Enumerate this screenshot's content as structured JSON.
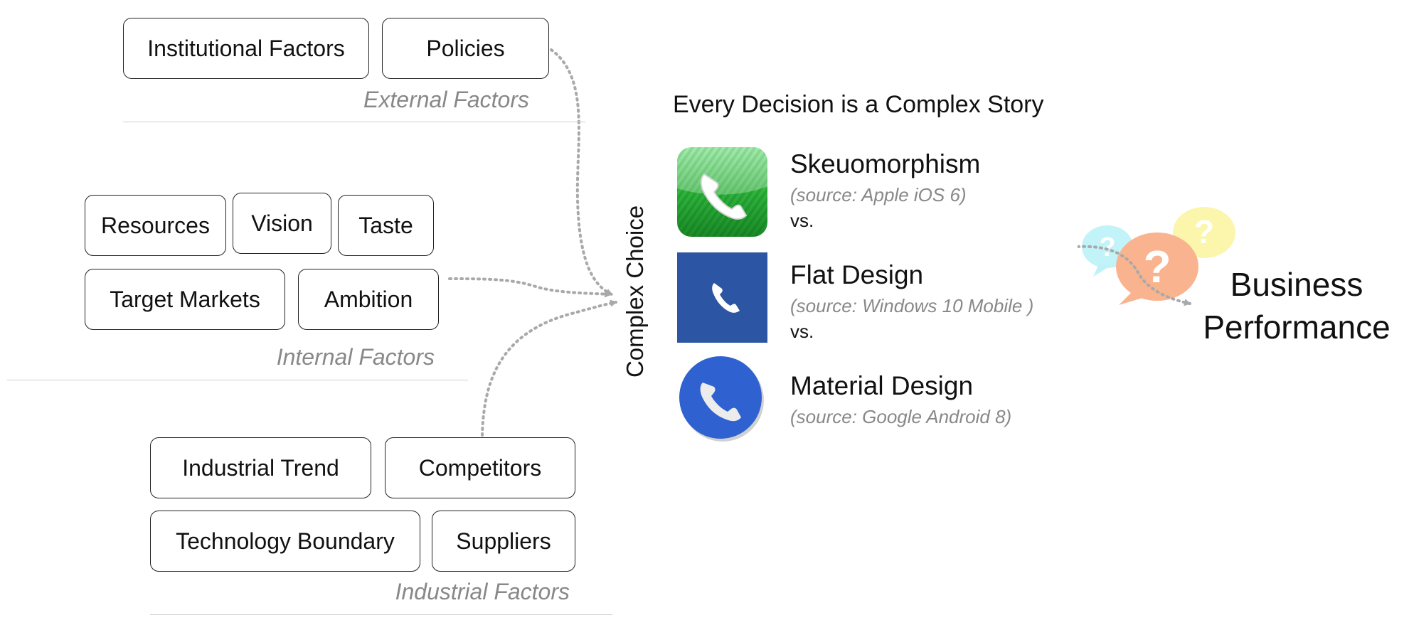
{
  "external": {
    "boxes": [
      "Institutional Factors",
      "Policies"
    ],
    "label": "External Factors"
  },
  "internal": {
    "boxes": [
      "Resources",
      "Vision",
      "Taste",
      "Target Markets",
      "Ambition"
    ],
    "label": "Internal Factors"
  },
  "industrial": {
    "boxes": [
      "Industrial Trend",
      "Competitors",
      "Technology Boundary",
      "Suppliers"
    ],
    "label": "Industrial Factors"
  },
  "center_label": "Complex Choice",
  "heading": "Every Decision is a Complex Story",
  "options": [
    {
      "title": "Skeuomorphism",
      "source": "(source: Apple iOS 6)",
      "vs": "vs.",
      "icon": "phone-skeuomorphic-icon"
    },
    {
      "title": "Flat Design",
      "source": "(source: Windows 10 Mobile )",
      "vs": "vs.",
      "icon": "phone-flat-icon"
    },
    {
      "title": "Material Design",
      "source": "(source: Google Android 8)",
      "icon": "phone-material-icon"
    }
  ],
  "bubbles_marks": [
    "?",
    "?",
    "?"
  ],
  "result": {
    "line1": "Business",
    "line2": "Performance"
  },
  "colors": {
    "skeuo_green": "#2fb53e",
    "flat_blue": "#2c55a3",
    "material_blue": "#2f62d0",
    "bubble_cyan": "#bff2f8",
    "bubble_orange": "#f9b48f",
    "bubble_yellow": "#fbf5a8",
    "arrow_gray": "#a9a9a9"
  }
}
